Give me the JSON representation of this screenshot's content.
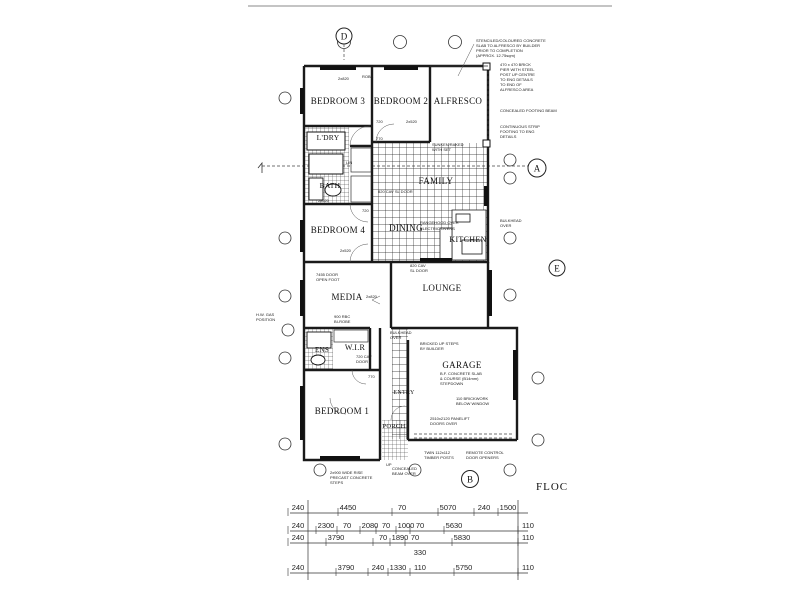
{
  "rooms": {
    "bedroom3": "BEDROOM 3",
    "bedroom2": "BEDROOM 2",
    "alfresco": "ALFRESCO",
    "ldry": "L'DRY",
    "bath": "BATH",
    "family": "FAMILY",
    "bedroom4": "BEDROOM 4",
    "dining": "DINING",
    "kitchen": "KITCHEN",
    "media": "MEDIA",
    "lounge": "LOUNGE",
    "ens": "ENS",
    "wir": "W.I.R",
    "garage": "GARAGE",
    "bedroom1": "BEDROOM 1",
    "entry": "ENTRY",
    "porch": "PORCH"
  },
  "sections": {
    "d": "D",
    "a": "A",
    "b": "B",
    "e": "E"
  },
  "title_fragment": "FLOC",
  "notes": {
    "slab": [
      "STENCILED/COLOURED CONCRETE",
      "SLAB TO ALFRESCO BY BUILDER",
      "PRIOR TO COMPLETION",
      "(APPROX. 12.75sqm)"
    ],
    "pier": [
      "470 x 470 BRICK",
      "PIER WITH STEEL",
      "POST UP CENTRE",
      "TO ENG DETAILS",
      "TO END OF",
      "ALFRESCO AREA"
    ],
    "footing_beam": "CONCEALED FOOTING BEAM",
    "strip": [
      "CONTINUOUS STRIP",
      "FOOTING TO ENG",
      "DETAILS"
    ],
    "rangehood": "RANGEHOOD OVER",
    "bulkhead_oven": [
      "BULKHEAD",
      "OVER"
    ],
    "raked": [
      "SUNKEN/RAKED",
      "WITH SET"
    ],
    "cav_door_family": "820 CAV SL DOOR",
    "opening_media": [
      "7455 DOOR",
      "OPEN FOOT"
    ],
    "cav_door_lounge": [
      "820 CAV",
      "SL DOOR"
    ],
    "media_door": "2x820",
    "bulkhead_entry": [
      "BULKHEAD",
      "OVER"
    ],
    "wir_door": [
      "720 CAV",
      "DOOR"
    ],
    "robe_bi": [
      "900 RBC",
      "BI-ROBE"
    ],
    "bricked_steps": [
      "BRICKED UP STEPS",
      "BY BUILDER"
    ],
    "garage_slab": [
      "B.F. CONCRETE SLAB",
      "& COURSE (B14mm)",
      "STEPDOWN"
    ],
    "brickwork": [
      "110 BRICKWORK",
      "BELOW WINDOW"
    ],
    "panelift": [
      "2510x2120 PANELIFT",
      "DOORS OVER"
    ],
    "timber_posts": [
      "TWIN 112x112",
      "TIMBER POSTS"
    ],
    "remote": [
      "REMOTE CONTROL",
      "DOOR OPENERS"
    ],
    "precast_steps": [
      "2x900 WIDE RISE",
      "PRECAST CONCRETE",
      "STEPS"
    ],
    "concealed_beam": [
      "CONCEALED",
      "BEAM OVER"
    ],
    "gas_position": [
      "H.W. GAS",
      "POSITION"
    ],
    "up": "UP",
    "door_2x820": "2x820",
    "door_2x520": "2x520",
    "door_2x520b": "2x520",
    "door_2x620": "2x620",
    "d720": "720",
    "d770": "770",
    "d720b": "720",
    "d770b": "770",
    "robe": "ROBE",
    "linen": "LIN",
    "sd_cav": "820 CAV SL DOOR",
    "ovens": "ELECTRIC OVENS"
  },
  "dimension_rows": [
    [
      "240",
      "4450",
      "70",
      "5070",
      "240",
      "1500"
    ],
    [
      "240",
      "2300",
      "70",
      "2080",
      "70",
      "1000",
      "70",
      "5630",
      "110"
    ],
    [
      "240",
      "3790",
      "70",
      "1890",
      "70",
      "5830",
      "110"
    ],
    [
      "330"
    ],
    [
      "240",
      "3790",
      "240",
      "1330",
      "110",
      "5750",
      "110"
    ]
  ],
  "colors": {
    "line": "#1a1a1a",
    "paper": "#ffffff"
  }
}
